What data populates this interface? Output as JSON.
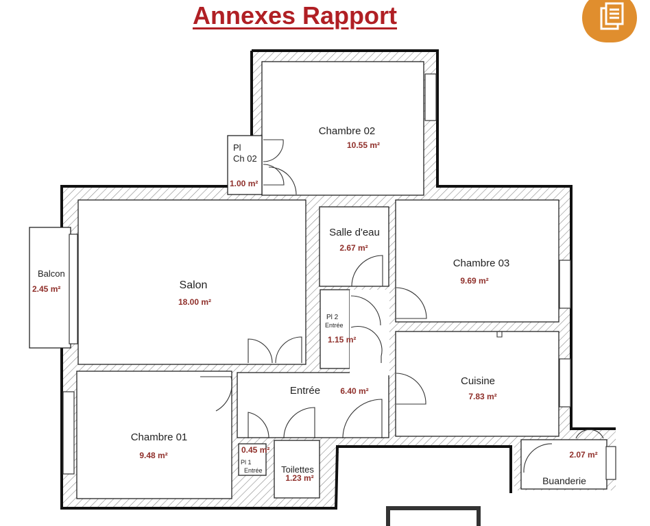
{
  "title": "Annexes Rapport",
  "colors": {
    "title": "#b01f24",
    "area": "#8f2f2a",
    "badge": "#e08e2e",
    "wall": "#111111"
  },
  "icons": {
    "badge": "document-copy-icon"
  },
  "rooms": {
    "chambre02": {
      "name": "Chambre 02",
      "area": "10.55 m²"
    },
    "placard_ch02": {
      "name_line1": "Pl",
      "name_line2": "Ch 02",
      "area": "1.00 m²"
    },
    "salon": {
      "name": "Salon",
      "area": "18.00 m²"
    },
    "salle_deau": {
      "name": "Salle d'eau",
      "area": "2.67 m²"
    },
    "chambre03": {
      "name": "Chambre 03",
      "area": "9.69 m²"
    },
    "balcon": {
      "name": "Balcon",
      "area": "2.45 m²"
    },
    "placard_entree2": {
      "name_line1": "Pl 2",
      "name_line2": "Entrée",
      "area": "1.15 m²"
    },
    "cuisine": {
      "name": "Cuisine",
      "area": "7.83 m²"
    },
    "entree": {
      "name": "Entrée",
      "area": "6.40 m²"
    },
    "chambre01": {
      "name": "Chambre 01",
      "area": "9.48 m²"
    },
    "placard_entree1": {
      "name_line1": "Pl 1",
      "name_line2": "Entrée",
      "area": "0.45 m²"
    },
    "toilettes": {
      "name": "Toilettes",
      "area": "1.23 m²"
    },
    "buanderie": {
      "name": "Buanderie",
      "area": "2.07 m²"
    }
  }
}
